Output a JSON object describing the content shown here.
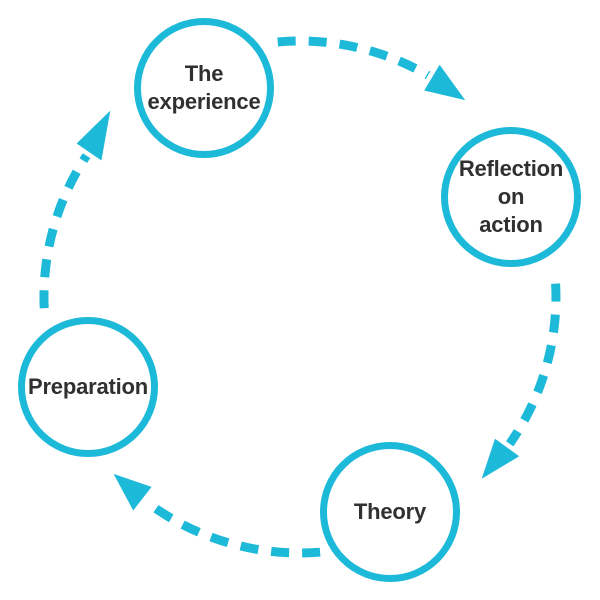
{
  "diagram": {
    "type": "cycle",
    "direction": "clockwise",
    "accent_color": "#1db9d8",
    "text_color": "#303030",
    "background_color": "#ffffff",
    "nodes": [
      {
        "id": "the-experience",
        "label": "The experience",
        "lines": [
          "The",
          "experience"
        ]
      },
      {
        "id": "reflection-on-action",
        "label": "Reflection on action",
        "lines": [
          "Reflection",
          "on",
          "action"
        ]
      },
      {
        "id": "theory",
        "label": "Theory",
        "lines": [
          "Theory"
        ]
      },
      {
        "id": "preparation",
        "label": "Preparation",
        "lines": [
          "Preparation"
        ]
      }
    ],
    "connections": [
      {
        "from": "The experience",
        "to": "Reflection on action",
        "style": "dashed-arrow"
      },
      {
        "from": "Reflection on action",
        "to": "Theory",
        "style": "dashed-arrow"
      },
      {
        "from": "Theory",
        "to": "Preparation",
        "style": "dashed-arrow"
      },
      {
        "from": "Preparation",
        "to": "The experience",
        "style": "dashed-arrow"
      }
    ]
  }
}
